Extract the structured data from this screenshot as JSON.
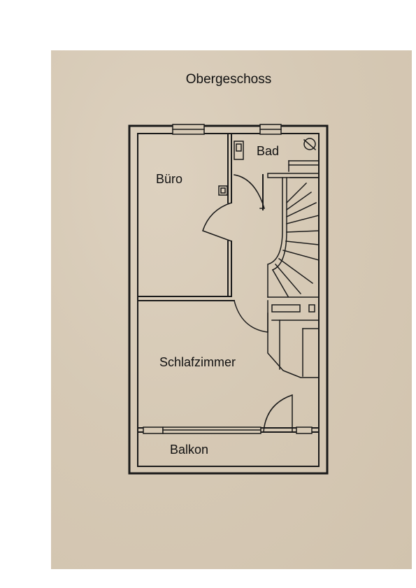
{
  "colors": {
    "paper": "#d6c9b5",
    "ink": "#1a1a1a",
    "background": "#ffffff"
  },
  "title": "Obergeschoss",
  "rooms": {
    "office": "Büro",
    "bath": "Bad",
    "bedroom": "Schlafzimmer",
    "balcony": "Balkon"
  }
}
